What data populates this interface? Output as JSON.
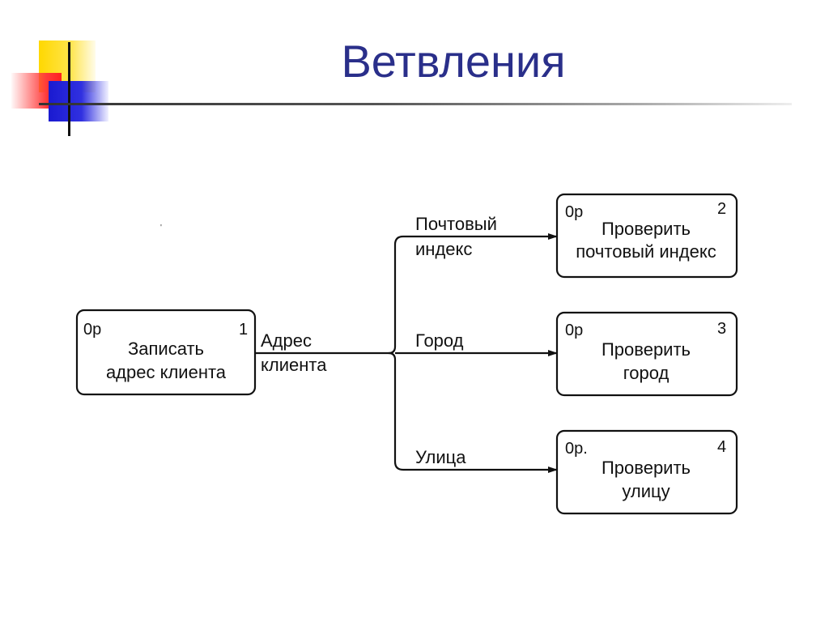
{
  "title": "Ветвления",
  "stray_mark": "'",
  "source": {
    "code": "0р",
    "number": "1",
    "line1": "Записать",
    "line2": "адрес клиента"
  },
  "source_flow": {
    "line1": "Адрес",
    "line2": "клиента"
  },
  "branches": [
    {
      "label_line1": "Почтовый",
      "label_line2": "индекс",
      "box": {
        "code": "0р",
        "number": "2",
        "line1": "Проверить",
        "line2": "почтовый индекс"
      }
    },
    {
      "label_line1": "Город",
      "label_line2": "",
      "box": {
        "code": "0р",
        "number": "3",
        "line1": "Проверить",
        "line2": "город"
      }
    },
    {
      "label_line1": "Улица",
      "label_line2": "",
      "box": {
        "code": "0р.",
        "number": "4",
        "line1": "Проверить",
        "line2": "улицу"
      }
    }
  ]
}
